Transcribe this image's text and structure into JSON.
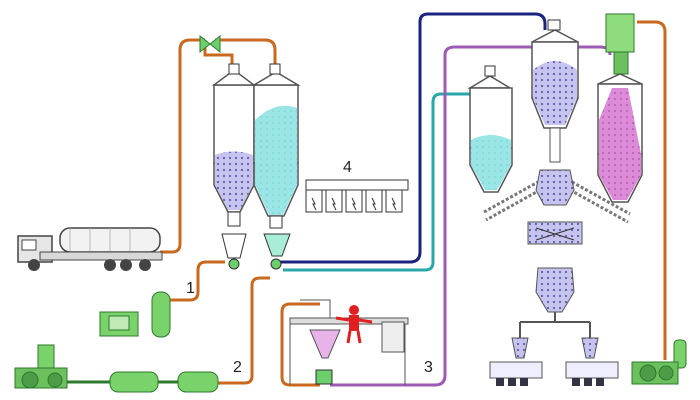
{
  "labels": {
    "l1": "1",
    "l2": "2",
    "l3": "3",
    "l4": "4"
  },
  "colors": {
    "orange_pipe": "#c8691f",
    "blue_pipe": "#1a237e",
    "teal_pipe": "#2aa7a7",
    "purple_pipe": "#9c5bb5",
    "green_equipment": "#7ad36a",
    "silo_fill_cyan": "#8fe3e3",
    "silo_fill_lavender": "#b9b4e6",
    "silo_fill_magenta": "#d77bd7",
    "operator": "#e02020"
  },
  "icons": {
    "truck": "tanker-truck-icon",
    "blower": "blower-icon",
    "operator": "operator-figure-icon",
    "panel": "control-panel-icon"
  }
}
